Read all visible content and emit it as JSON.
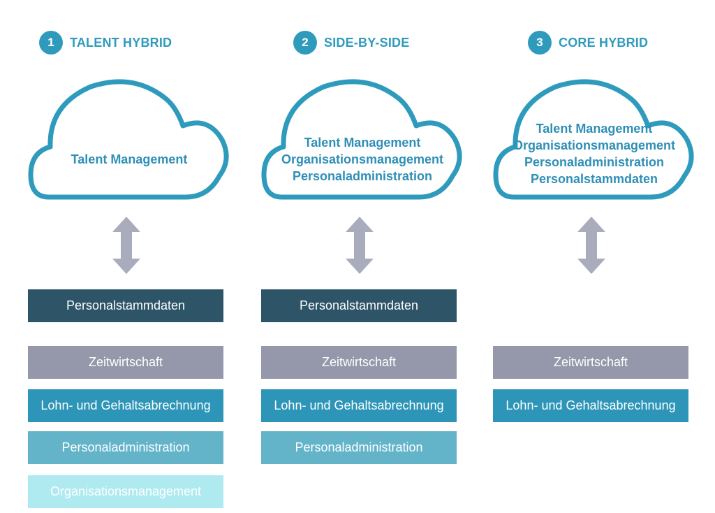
{
  "colors": {
    "accent": "#2f9bbc",
    "cloud_stroke": "#2f9bbc",
    "arrow": "#a9acbd",
    "box_dark": "#2d5467",
    "box_grey": "#9597ab",
    "box_blue": "#2d95b7",
    "box_mid": "#63b4c9",
    "box_light": "#aeeaf0"
  },
  "columns": [
    {
      "number": "1",
      "title": "TALENT HYBRID",
      "cloud_lines": [
        "Talent Management"
      ],
      "boxes": [
        {
          "label": "Personalstammdaten",
          "style": "dark"
        },
        {
          "label": "Zeitwirtschaft",
          "style": "grey"
        },
        {
          "label": "Lohn- und Gehaltsabrechnung",
          "style": "blue"
        },
        {
          "label": "Personaladministration",
          "style": "mid"
        },
        {
          "label": "Organisationsmanagement",
          "style": "light"
        }
      ]
    },
    {
      "number": "2",
      "title": "SIDE-BY-SIDE",
      "cloud_lines": [
        "Talent Management",
        "Organisationsmanagement",
        "Personaladministration"
      ],
      "boxes": [
        {
          "label": "Personalstammdaten",
          "style": "dark"
        },
        {
          "label": "Zeitwirtschaft",
          "style": "grey"
        },
        {
          "label": "Lohn- und Gehaltsabrechnung",
          "style": "blue"
        },
        {
          "label": "Personaladministration",
          "style": "mid"
        }
      ]
    },
    {
      "number": "3",
      "title": "CORE HYBRID",
      "cloud_lines": [
        "Talent Management",
        "Organisationsmanagement",
        "Personaladministration",
        "Personalstammdaten"
      ],
      "boxes": [
        {
          "label": "Zeitwirtschaft",
          "style": "grey"
        },
        {
          "label": "Lohn- und Gehaltsabrechnung",
          "style": "blue"
        }
      ]
    }
  ]
}
